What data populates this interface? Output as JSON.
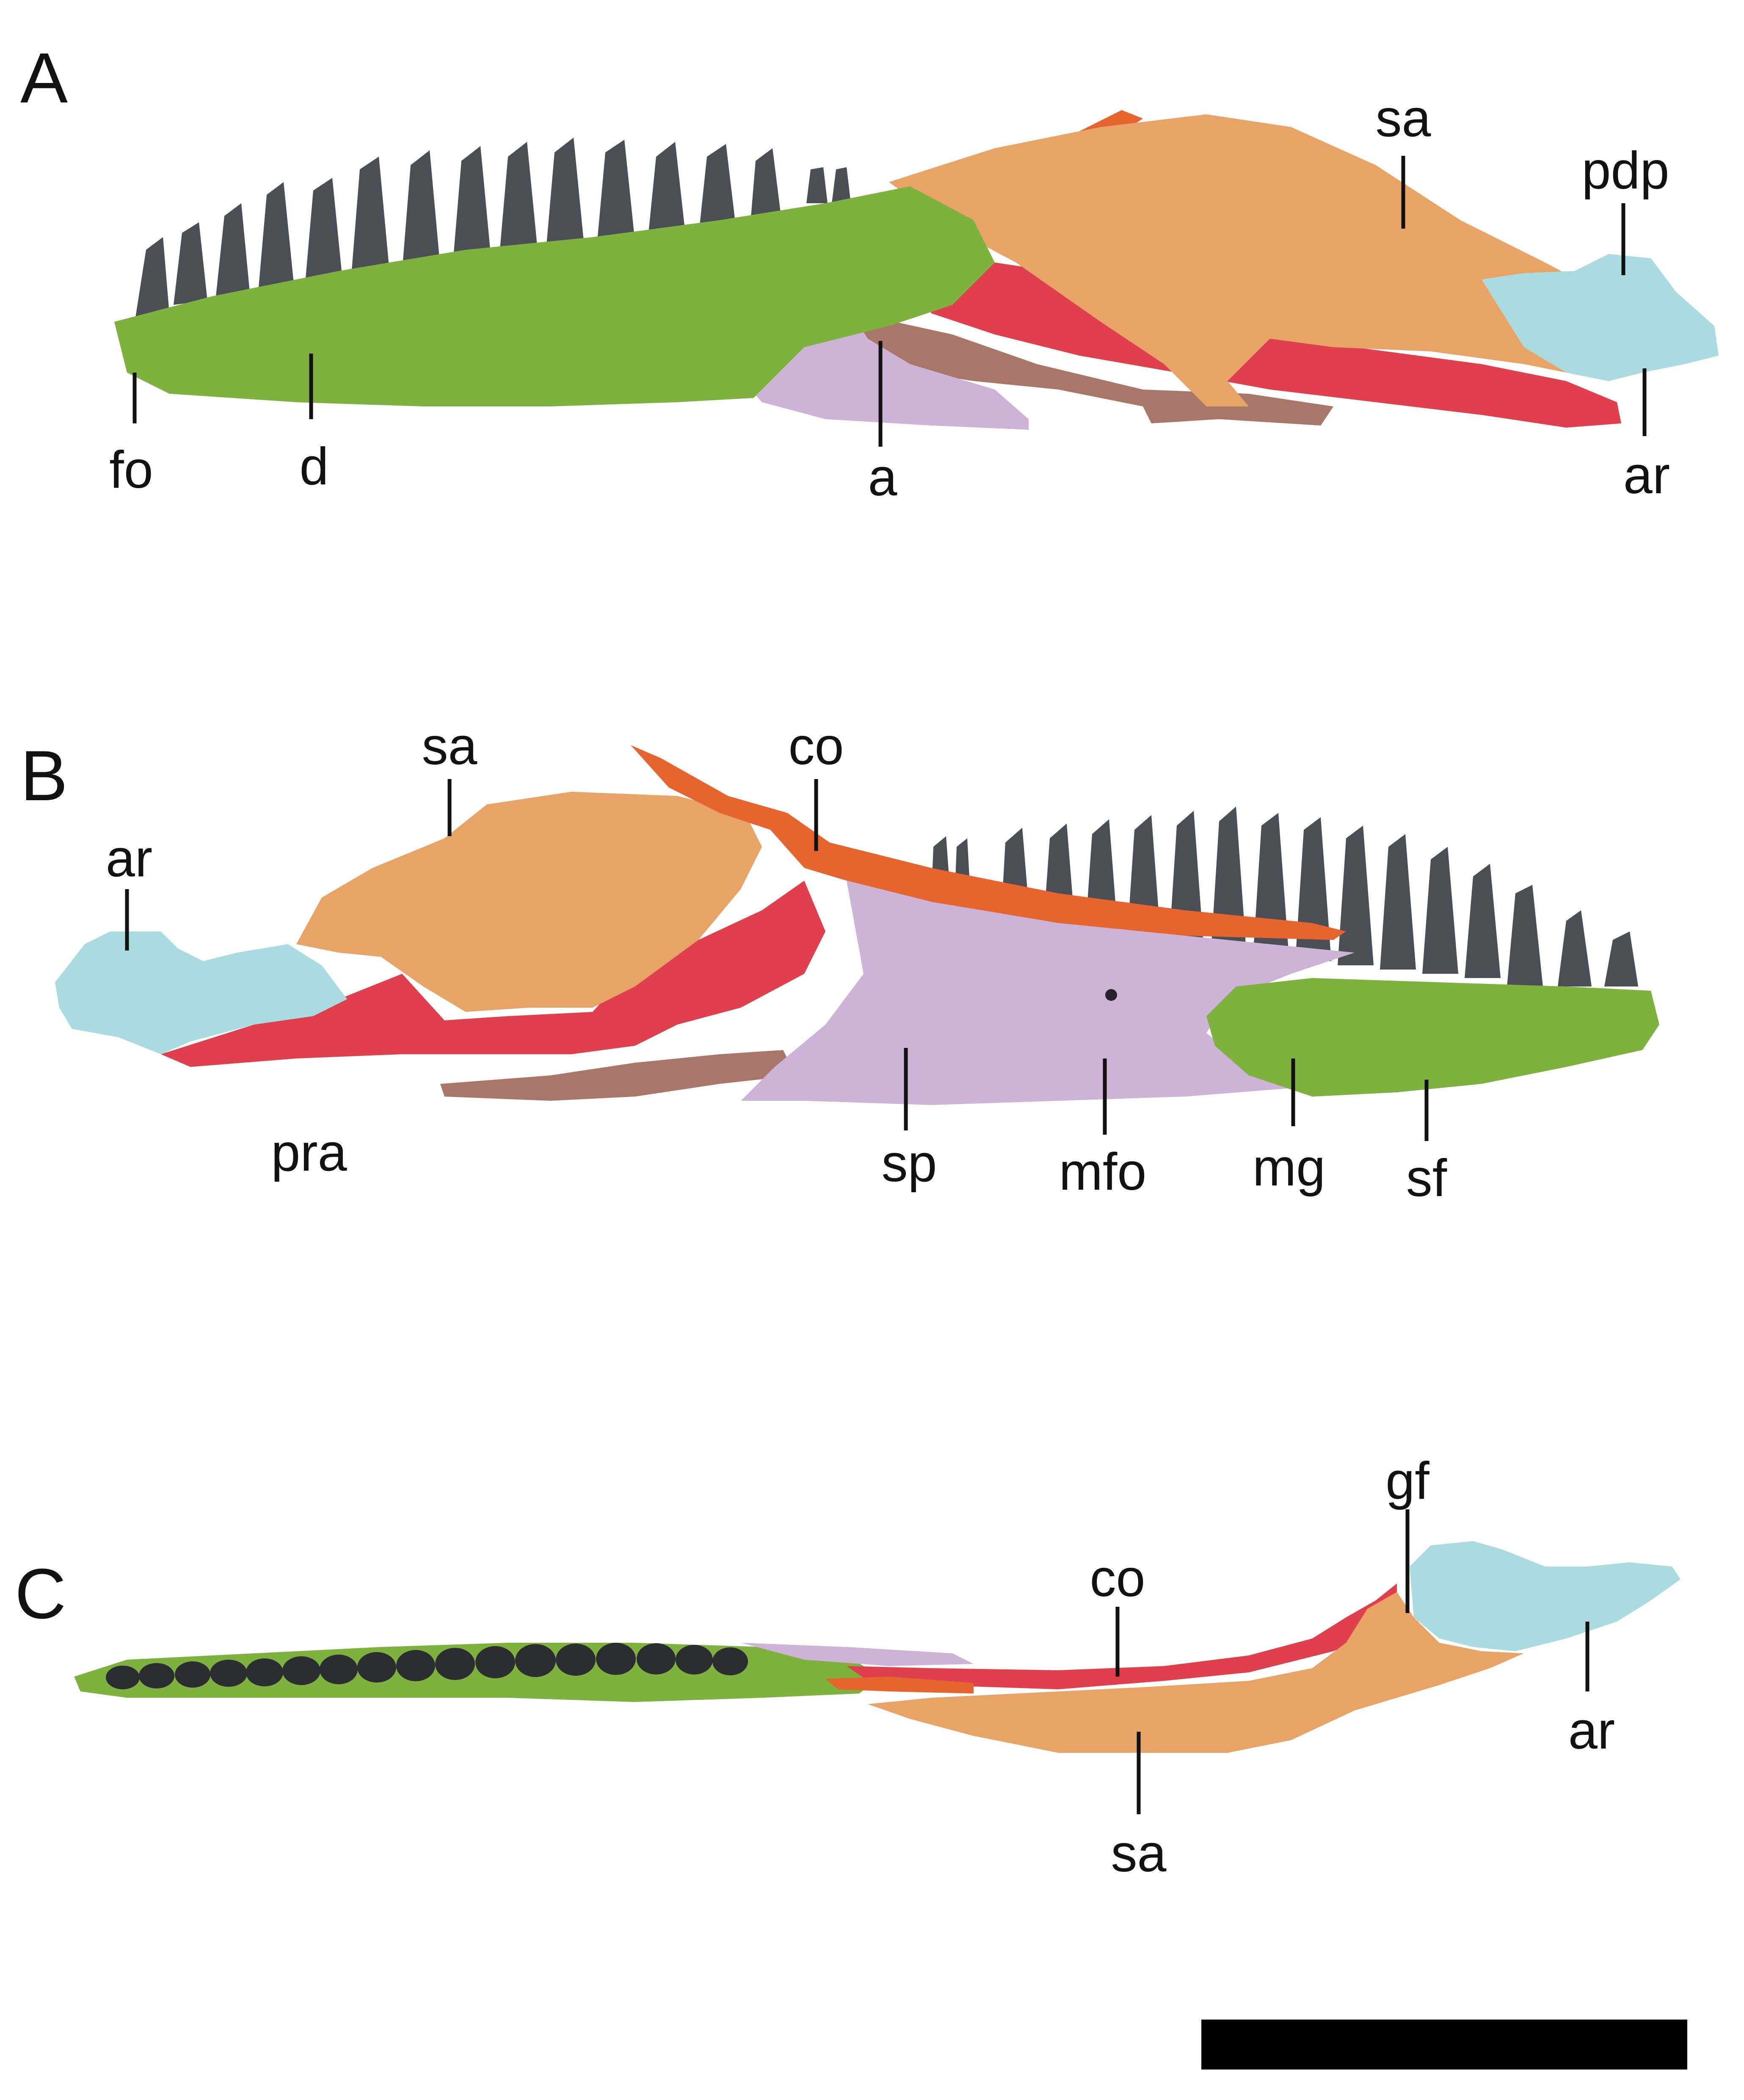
{
  "colors": {
    "background": "#ffffff",
    "dentary": "#7fb13e",
    "teeth": "#4b4f55",
    "angular": "#a8776a",
    "splenial": "#cdb3d6",
    "surangular": "#e8a467",
    "prearticular": "#e0404e",
    "coronoid": "#e6642e",
    "articular": "#a9dbe1",
    "ink": "#111111",
    "scale_bar": "#000000"
  },
  "panels": [
    {
      "letter": "A",
      "labels": [
        "fo",
        "d",
        "a",
        "sa",
        "pdp",
        "ar"
      ]
    },
    {
      "letter": "B",
      "labels": [
        "ar",
        "sa",
        "co",
        "pra",
        "sp",
        "mfo",
        "mg",
        "sf"
      ]
    },
    {
      "letter": "C",
      "labels": [
        "gf",
        "co",
        "ar",
        "sa"
      ]
    }
  ]
}
